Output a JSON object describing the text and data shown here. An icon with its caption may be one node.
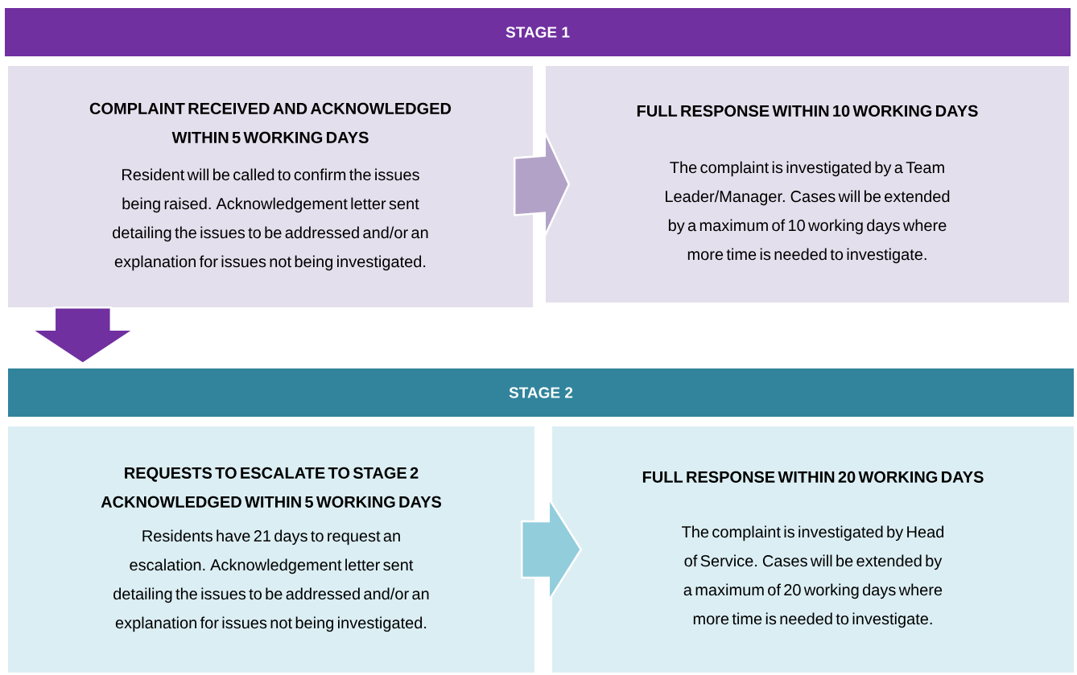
{
  "diagram": {
    "nodes": [
      {
        "text": [
          "STAGE 1"
        ]
      },
      {
        "text": [
          "COMPLAINT RECEIVED AND ACKNOWLEDGED WITHIN 5 WORKING DAYS",
          "Resident will be called to confirm the issues being raised. Acknowledgement letter sent detailing the issues to be addressed and/or an explanation for issues not being investigated."
        ]
      },
      {
        "text": [
          "FULL RESPONSE WITHIN 10 WORKING DAYS",
          "The complaint is investigated by a Team Leader/Manager. Cases will be extended by a maximum of 10 working days where more time is needed to investigate."
        ]
      },
      {
        "text": [
          "STAGE 2"
        ]
      },
      {
        "text": [
          "REQUESTS TO ESCALATE TO STAGE 2 ACKNOWLEDGED WITHIN 5 WORKING DAYS",
          "Residents have 21 days to request an escalation. Acknowledgement letter sent detailing the issues to be addressed and/or an explanation for issues not being investigated."
        ]
      },
      {
        "text": [
          "FULL RESPONSE WITHIN 20 WORKING DAYS",
          "The complaint is investigated by Head of Service. Cases will be extended by a maximum of 20 working days where more time is needed to investigate."
        ]
      }
    ],
    "edges": [
      {
        "from": 1,
        "to": 2,
        "arrow": "to",
        "color": "#b3a2c7"
      },
      {
        "from": 1,
        "to": 3,
        "arrow": "to",
        "color": "#7030a0"
      },
      {
        "from": 4,
        "to": 5,
        "arrow": "to",
        "color": "#92cddc"
      }
    ]
  }
}
